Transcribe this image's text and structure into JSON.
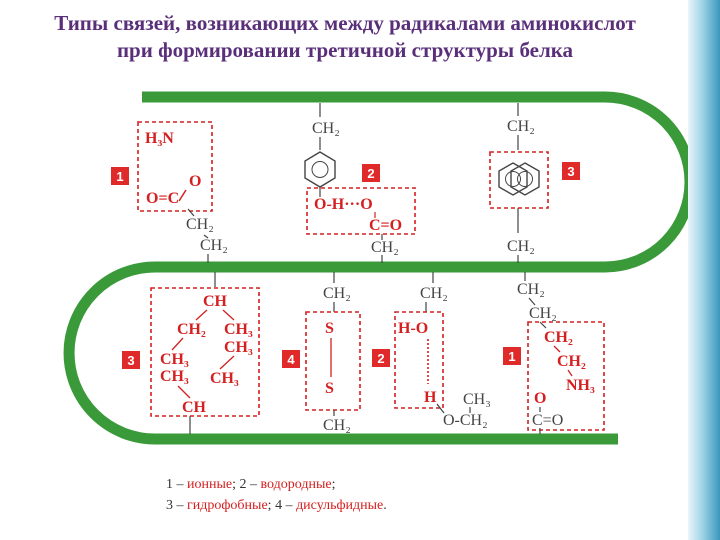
{
  "title": {
    "line1": "Типы связей, возникающих между радикалами аминокислот",
    "line2": "при формировании третичной структуры белка"
  },
  "colors": {
    "chain": "#3a9a3a",
    "box": "#d42020",
    "badge": "#e02a2a",
    "title": "#5a2f7a"
  },
  "diagram": {
    "box1_top": {
      "num": "1",
      "h3n": "H₃N",
      "o": "O",
      "oc": "O=C"
    },
    "chain1": [
      "CH₂",
      "CH₂"
    ],
    "box2_top": {
      "num": "2",
      "oh": "O-H···O",
      "co": "C=O"
    },
    "chain2": {
      "ch2_top": "CH₂",
      "ch2_bottom": "CH₂"
    },
    "box3_top": {
      "num": "3"
    },
    "chain3": {
      "ch2_top": "CH₂",
      "ch2_bottom": "CH₂"
    },
    "box3_bottom": {
      "num": "3",
      "ch": "CH",
      "ch2": "CH₂",
      "ch3a": "CH₃",
      "ch3b": "CH₃",
      "ch3c": "CH₃",
      "ch3d": "CH₃",
      "ch3e": "CH₃",
      "ch_bottom": "CH"
    },
    "box4": {
      "num": "4",
      "ch2_top": "CH₂",
      "s1": "S",
      "s2": "S",
      "ch2_bottom": "CH₂"
    },
    "box2_bottom": {
      "num": "2",
      "ch2_top": "CH₂",
      "ho": "H-O",
      "h": "H",
      "ch3": "CH₃",
      "och2": "O-CH₂"
    },
    "box1_bottom": {
      "num": "1",
      "ch2a": "CH₂",
      "ch2b": "CH₂",
      "ch2c": "CH₂",
      "ch2d": "CH₂",
      "nh3": "NH₃",
      "o": "O",
      "co": "C=O"
    }
  },
  "legend": {
    "n1": "1 – ",
    "t1": "ионные",
    "sep1": "; ",
    "n2": "2 – ",
    "t2": "водородные",
    "end1": ";",
    "n3": "3 – ",
    "t3": "гидрофобные",
    "sep2": "; ",
    "n4": "4 – ",
    "t4": "дисульфидные",
    "end2": "."
  }
}
